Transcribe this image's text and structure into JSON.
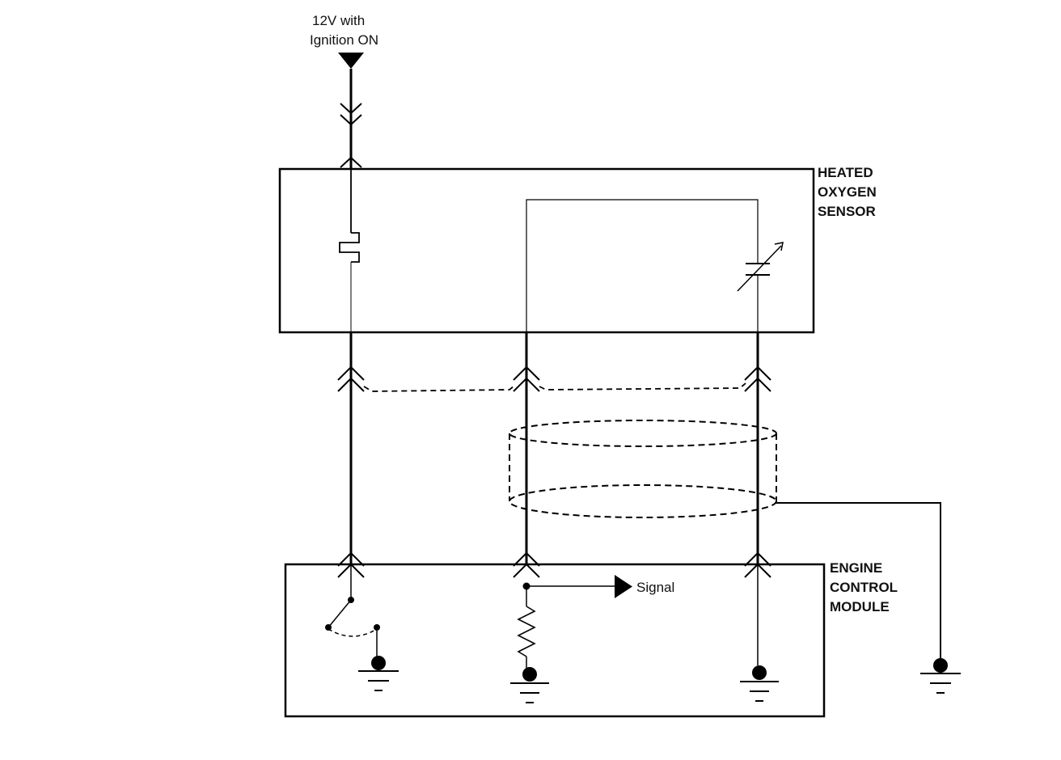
{
  "supply": {
    "line1": "12V with",
    "line2": "Ignition ON"
  },
  "sensor": {
    "line1": "HEATED",
    "line2": "OXYGEN",
    "line3": "SENSOR"
  },
  "ecm": {
    "line1": "ENGINE",
    "line2": "CONTROL",
    "line3": "MODULE"
  },
  "signal_label": "Signal"
}
